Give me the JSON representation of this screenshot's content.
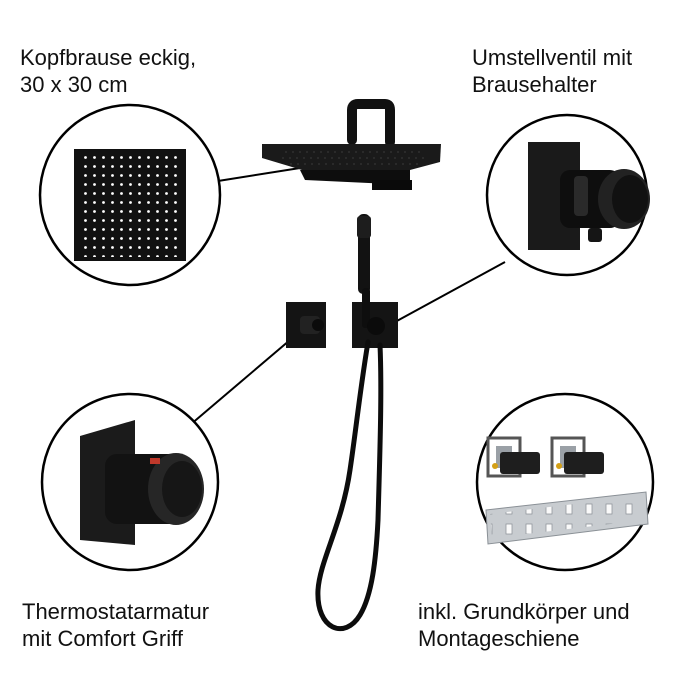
{
  "labels": {
    "head_shower": "Kopfbrause eckig,\n30 x 30 cm",
    "diverter": "Umstellventil mit\nBrausehalter",
    "thermostat": "Thermostatarmatur\nmit Comfort Griff",
    "rough_in": "inkl. Grundkörper und\nMontageschiene"
  },
  "colors": {
    "product": "#111111",
    "outline": "#000000",
    "rail": "#c8ccd0",
    "accent_red": "#c0392b"
  }
}
